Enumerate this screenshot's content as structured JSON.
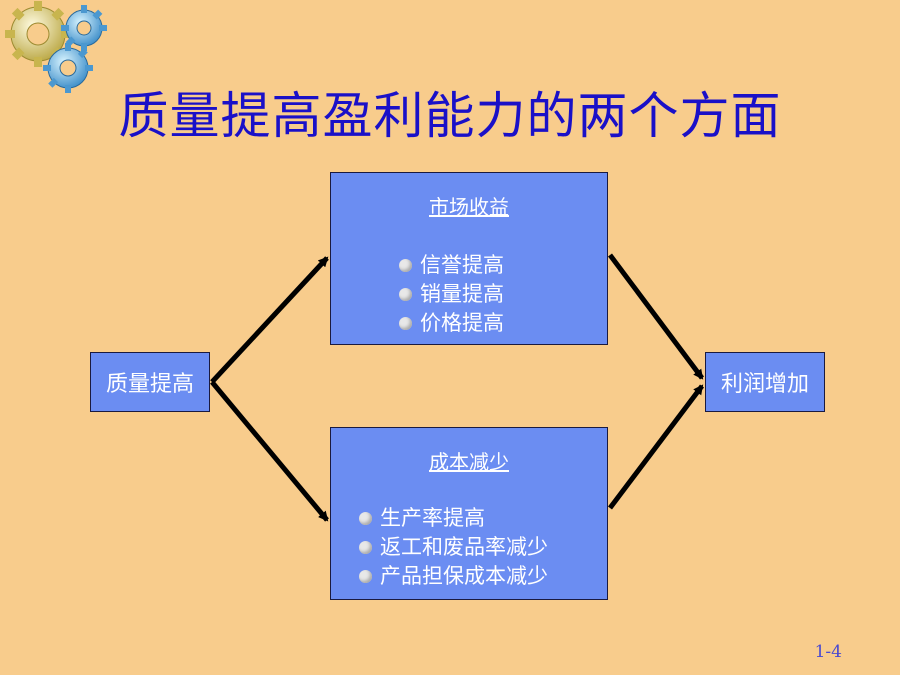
{
  "title": "质量提高盈利能力的两个方面",
  "left_box": {
    "label": "质量提高"
  },
  "right_box": {
    "label": "利润增加"
  },
  "top_box": {
    "heading": "市场收益",
    "items": [
      "信誉提高",
      "销量提高",
      "价格提高"
    ]
  },
  "bottom_box": {
    "heading": "成本减少",
    "items": [
      "生产率提高",
      "返工和废品率减少",
      "产品担保成本减少"
    ]
  },
  "page_number": "1-4",
  "colors": {
    "background": "#f8cc8c",
    "title": "#1a10c8",
    "box": "#6b8df2",
    "arrow": "#000000"
  },
  "icons": {
    "logo": "gears-icon"
  }
}
